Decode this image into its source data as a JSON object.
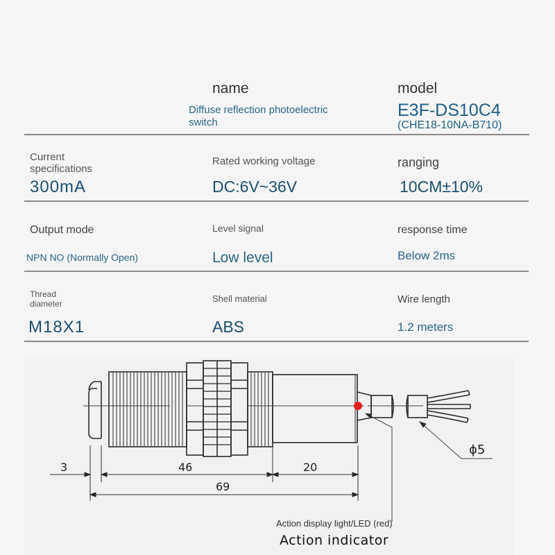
{
  "header": {
    "name_label": "name",
    "model_label": "model"
  },
  "product": {
    "name": "Diffuse reflection photoelectric switch",
    "name_line1": "Diffuse reflection photoelectric",
    "name_line2": "switch",
    "model": "E3F-DS10C4",
    "model_alt": "(CHE18-10NA-B710)"
  },
  "specs": [
    {
      "label": "Current specifications",
      "label_line1": "Current",
      "label_line2": "specifications",
      "value": "300mA"
    },
    {
      "label": "Rated working voltage",
      "value": "DC:6V~36V"
    },
    {
      "label": "ranging",
      "value": "10CM±10%"
    },
    {
      "label": "Output mode",
      "value": "NPN NO (Normally Open)"
    },
    {
      "label": "Level signal",
      "value": "Low level"
    },
    {
      "label": "response time",
      "value": "Below 2ms"
    },
    {
      "label": "Thread diameter",
      "label_line1": "Thread",
      "label_line2": "diameter",
      "value": "M18X1"
    },
    {
      "label": "Shell material",
      "value": "ABS"
    },
    {
      "label": "Wire length",
      "value": "1.2 meters"
    }
  ],
  "diagram": {
    "dimensions": {
      "front": "3",
      "thread": "46",
      "tail": "20",
      "total": "69",
      "cable_diameter": "ϕ5"
    },
    "led_color": "#e02020",
    "led_caption": "Action display light/LED (red)",
    "indicator_caption": "Action indicator"
  },
  "colors": {
    "background": "#f5f5f5",
    "value_text": "#1d4e6e",
    "label_text": "#555555",
    "divider": "#8a8a8a"
  }
}
